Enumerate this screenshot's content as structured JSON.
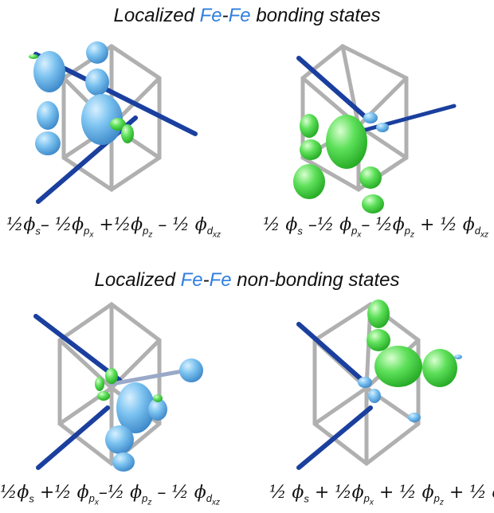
{
  "titles": {
    "top": {
      "prefix": "Localized ",
      "fe1": "Fe",
      "dash": "-",
      "fe2": "Fe",
      "suffix": " bonding states"
    },
    "bottom": {
      "prefix": "Localized ",
      "fe1": "Fe",
      "dash": "-",
      "fe2": "Fe",
      "suffix": " non-bonding states"
    }
  },
  "formulas": {
    "half": "½",
    "phi": "ϕ",
    "sub_s": "s",
    "sub_p": "p",
    "sub_x": "x",
    "sub_z": "z",
    "sub_d": "d",
    "sub_xz": "xz",
    "plus": "+",
    "minus": "–"
  },
  "colors": {
    "lobe_blue": "#66b8ee",
    "lobe_green": "#44dd44",
    "frame_gray": "#b0b0b0",
    "bond_navy": "#1a3f9e",
    "title_fe": "#2f7fe0"
  }
}
